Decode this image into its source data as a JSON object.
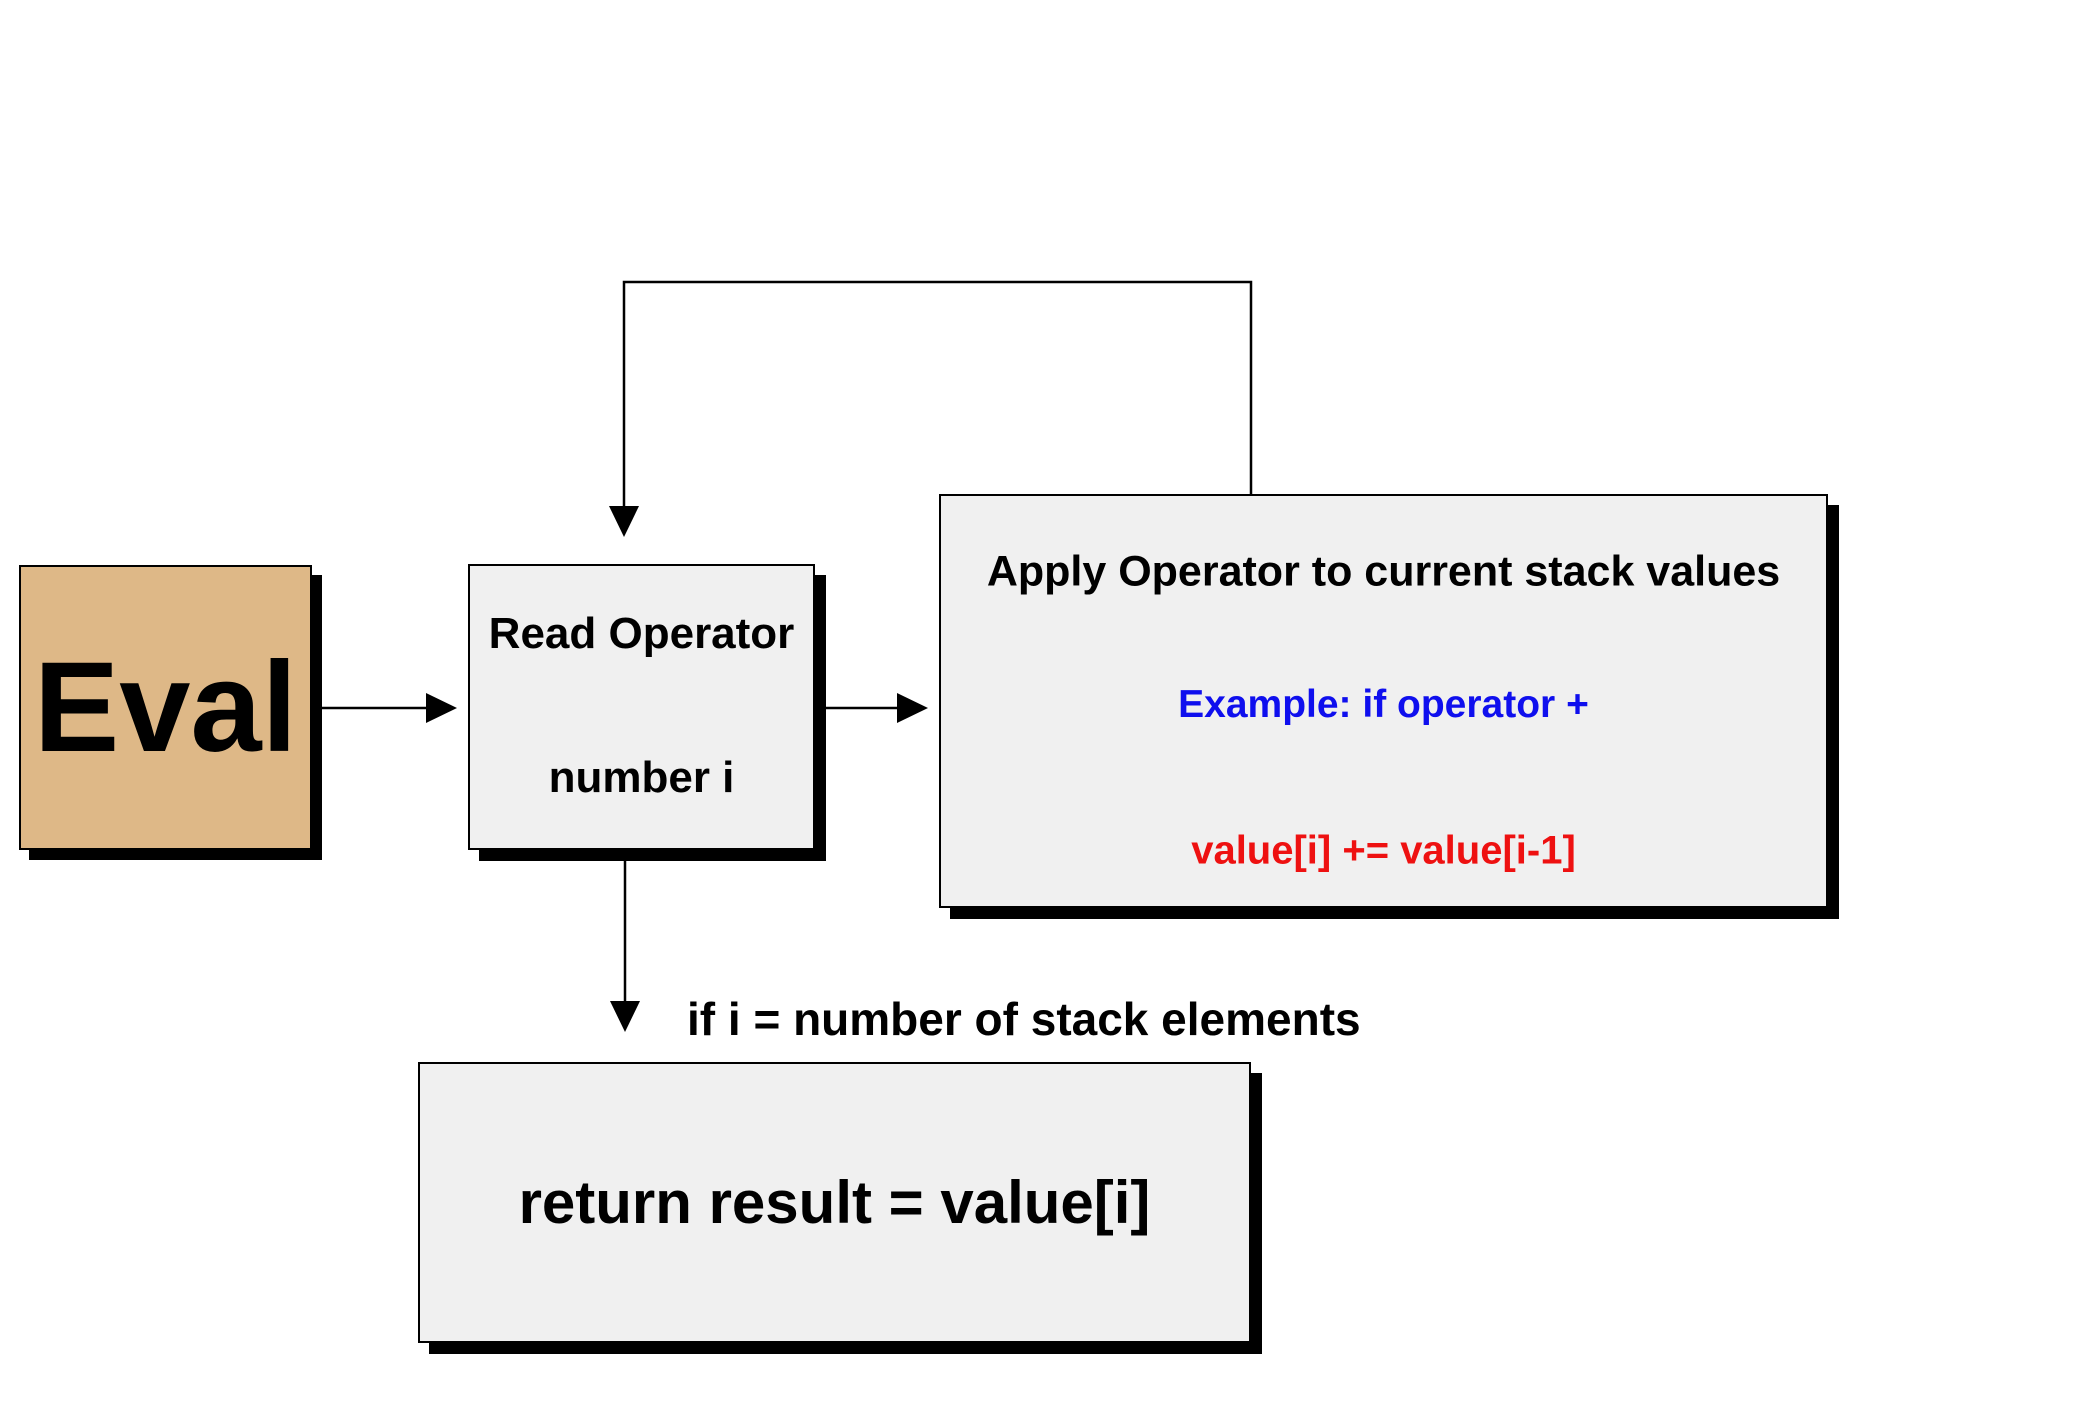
{
  "diagram": {
    "eval_box": {
      "label": "Eval"
    },
    "read_box": {
      "line1": "Read Operator",
      "line2": "number i"
    },
    "apply_box": {
      "title": "Apply Operator to current stack values",
      "example": "Example: if operator +",
      "code": "value[i] += value[i-1]"
    },
    "return_box": {
      "label": "return result = value[i]"
    },
    "condition_label": "if i = number of stack elements",
    "connectors": {
      "eval_to_read": "arrow-right",
      "read_to_apply": "arrow-right",
      "apply_to_read_loop": "arrow-down-loop",
      "read_to_return": "arrow-down"
    },
    "colors": {
      "eval_fill": "#deb887",
      "box_fill": "#f0f0f0",
      "example_blue": "#0f0fee",
      "code_red": "#ee1111",
      "line": "#000000"
    }
  }
}
